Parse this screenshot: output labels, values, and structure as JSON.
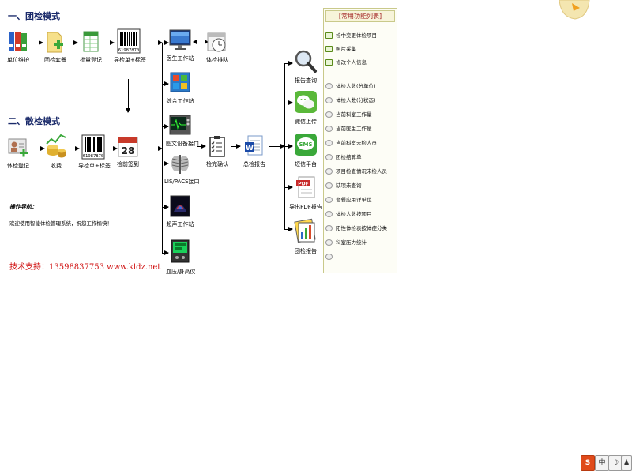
{
  "group_mode": {
    "title": "一、团检模式",
    "nodes": {
      "unit_maint": "单位维护",
      "group_edit": "团检套餐",
      "batch_reg": "批量登记",
      "guide_label": "导检单+标签"
    }
  },
  "scatter_mode": {
    "title": "二、散检模式",
    "nodes": {
      "exam_reg": "体检登记",
      "charge": "收费",
      "guide_label": "导检单+标签",
      "checkin": "检前签到"
    }
  },
  "stations": {
    "doctor": "医生工作站",
    "queue": "体检排队",
    "general": "综合工作站",
    "device": "图文设备接口",
    "lis_pacs": "LIS/PACS接口",
    "ultrasound": "超声工作站",
    "bp_height": "血压/身高仪"
  },
  "mid": {
    "check_confirm": "检完确认",
    "summary": "总检报告",
    "barcode_num": "61987870"
  },
  "outputs": {
    "report_query": "报告查询",
    "wechat": "微信上传",
    "sms": "短信平台",
    "pdf": "导出PDF报告",
    "group_report": "团检报告",
    "sms_icon_text": "SMS",
    "pdf_icon_text": "PDF",
    "calendar_day": "28"
  },
  "guide": {
    "title": "操作导航：",
    "text": "欢迎使用智能体检管理系统，祝您工作愉快！"
  },
  "support": "技术支持：13598837753 www.kldz.net",
  "panel": {
    "title": "[常用功能列表]",
    "top_items": [
      "检中变更体检项目",
      "照片采集",
      "修改个人信息"
    ],
    "list_items": [
      "体检人数(分单位)",
      "体检人数(分状态)",
      "当前科室工作量",
      "当前医生工作量",
      "当前科室未检人员",
      "团检结算单",
      "项目检查情况未检人员",
      "缺项未查询",
      "套餐应用详单位",
      "体检人数按项目",
      "阳性体检表按体症分类",
      "科室压力统计",
      "……"
    ]
  },
  "taskbar": {
    "s_icon": "S",
    "zh": "中",
    "moon": "☽",
    "shirt": "♟"
  },
  "colors": {
    "title_blue": "#1a2a6a",
    "support_red": "#d01010",
    "panel_border": "#c9c98a",
    "panel_title_red": "#a02020"
  }
}
